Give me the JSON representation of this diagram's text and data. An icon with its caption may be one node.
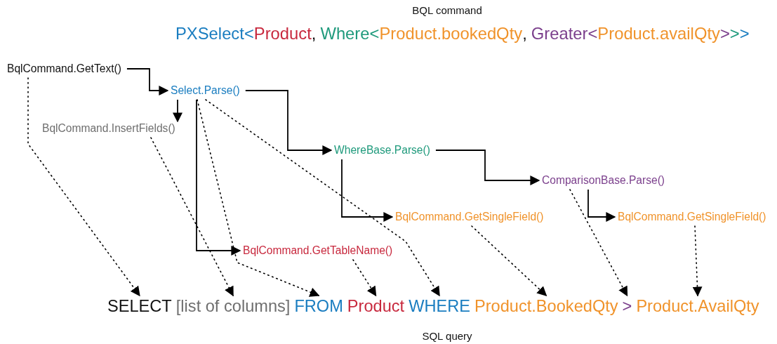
{
  "diagram": {
    "title": "BQL command",
    "caption": "SQL query",
    "nodes": [
      {
        "text": [
          "BqlCommand.GetText()"
        ]
      },
      {
        "text": [
          "Select.Parse()"
        ]
      },
      {
        "text": [
          "BqlCommand.InsertFields()"
        ]
      },
      {
        "text": [
          "WhereBase.Parse()"
        ]
      },
      {
        "text": [
          "ComparisonBase.Parse()"
        ]
      },
      {
        "text": [
          "BqlCommand.GetSingleField()"
        ]
      },
      {
        "text": [
          "BqlCommand.GetSingleField()"
        ]
      },
      {
        "text": [
          "BqlCommand.GetTableName()"
        ]
      },
      {
        "text": [
          "SELECT"
        ]
      },
      {
        "text": [
          "[list of columns]"
        ]
      },
      {
        "text": [
          "FROM"
        ]
      },
      {
        "text": [
          "Product"
        ]
      },
      {
        "text": [
          "WHERE"
        ]
      },
      {
        "text": [
          "Product.BookedQty"
        ]
      },
      {
        "text": [
          ">"
        ]
      },
      {
        "text": [
          "Product.AvailQty"
        ]
      }
    ],
    "edges": [
      {
        "from": 0,
        "to": 1,
        "arrow": "to"
      },
      {
        "from": 1,
        "to": 2,
        "arrow": "to"
      },
      {
        "from": 1,
        "to": 3,
        "arrow": "to"
      },
      {
        "from": 1,
        "to": 7,
        "arrow": "to"
      },
      {
        "from": 3,
        "to": 4,
        "arrow": "to"
      },
      {
        "from": 3,
        "to": 5,
        "arrow": "to"
      },
      {
        "from": 4,
        "to": 6,
        "arrow": "to"
      },
      {
        "from": 0,
        "to": 8,
        "arrow": "to",
        "style": "dashed"
      },
      {
        "from": 2,
        "to": 9,
        "arrow": "to",
        "style": "dashed"
      },
      {
        "from": 1,
        "to": 10,
        "arrow": "to",
        "style": "dashed"
      },
      {
        "from": 7,
        "to": 11,
        "arrow": "to",
        "style": "dashed"
      },
      {
        "from": 1,
        "to": 12,
        "arrow": "to",
        "style": "dashed"
      },
      {
        "from": 5,
        "to": 13,
        "arrow": "to",
        "style": "dashed"
      },
      {
        "from": 4,
        "to": 14,
        "arrow": "to",
        "style": "dashed"
      },
      {
        "from": 6,
        "to": 15,
        "arrow": "to",
        "style": "dashed"
      }
    ],
    "labels": [
      "PXSelect<",
      "Product",
      ",",
      "Where<",
      "Product.bookedQty",
      ",",
      "Greater<",
      "Product.availQty",
      ">",
      ">",
      ">"
    ]
  }
}
